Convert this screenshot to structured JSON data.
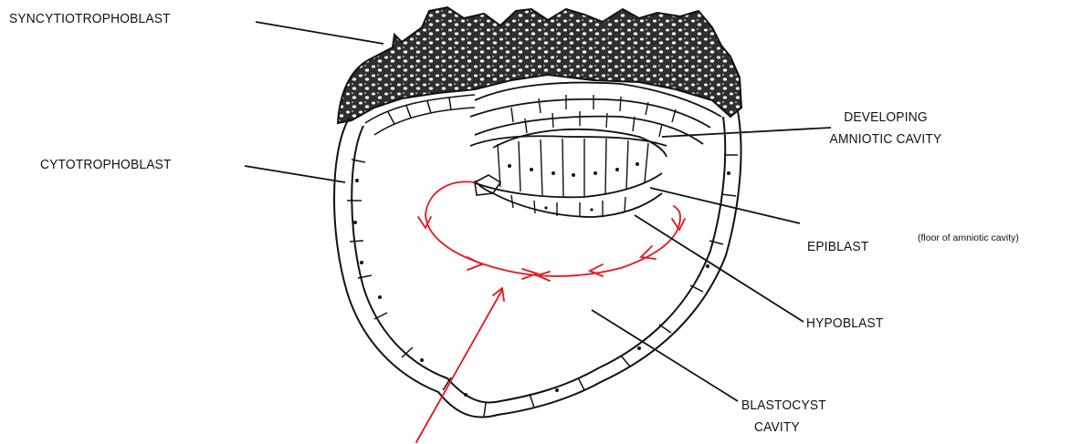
{
  "labels": {
    "syncytiotrophoblast": "SYNCYTIOTROPHOBLAST",
    "cytotrophoblast": "CYTOTROPHOBLAST",
    "amniotic_line1": "DEVELOPING",
    "amniotic_line2": "AMNIOTIC CAVITY",
    "epiblast": "EPIBLAST",
    "epiblast_note": "(floor of amniotic cavity)",
    "hypoblast": "HYPOBLAST",
    "blastocyst_line1": "BLASTOCYST",
    "blastocyst_line2": "CAVITY"
  },
  "colors": {
    "ink": "#111111",
    "annotation": "#e8141c",
    "tissue_fill": "#3a3a3a"
  }
}
